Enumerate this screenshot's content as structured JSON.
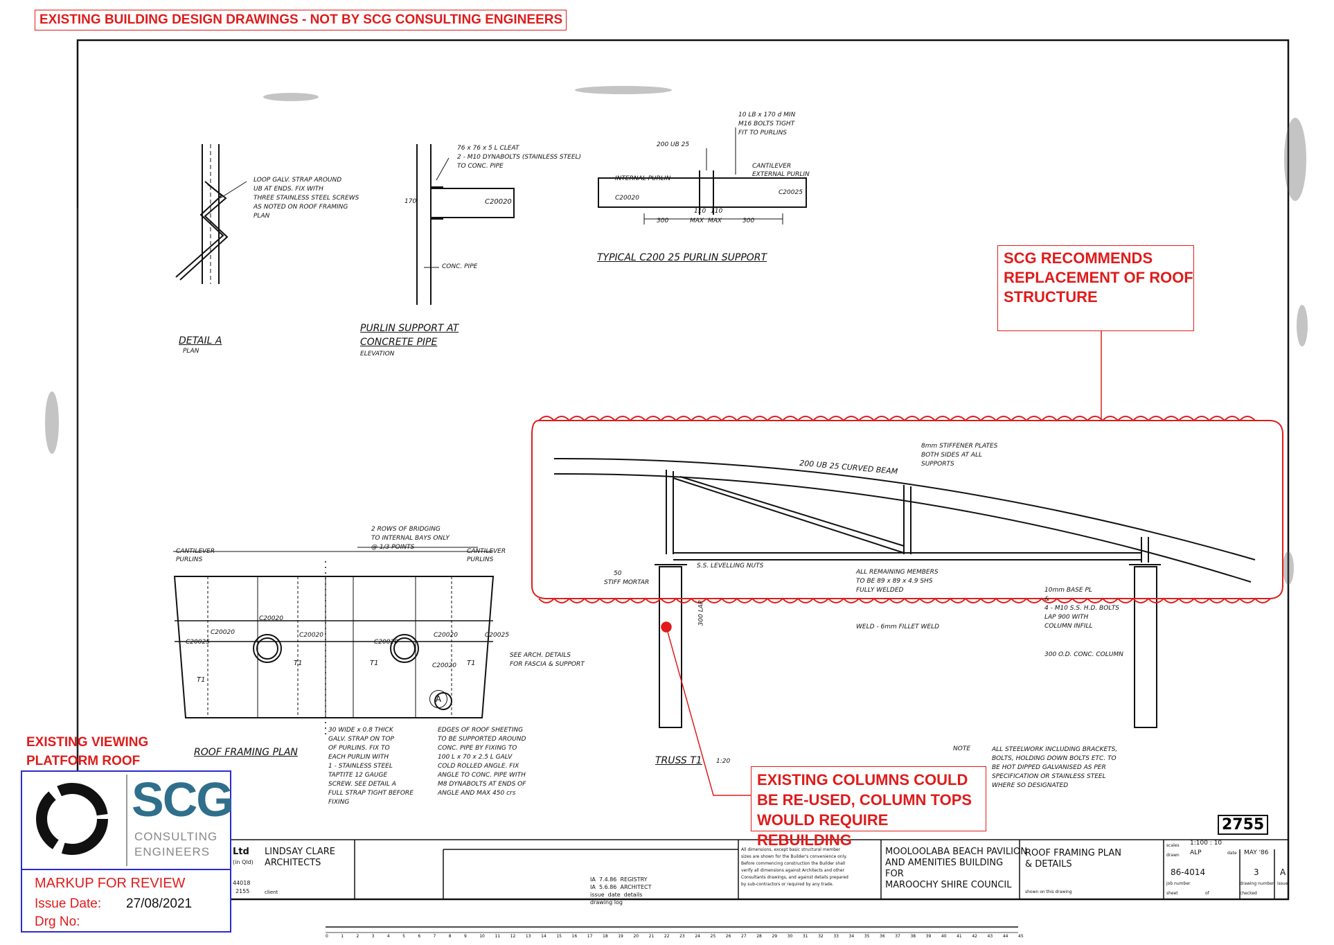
{
  "header_banner": "EXISTING BUILDING DESIGN DRAWINGS - NOT BY SCG CONSULTING ENGINEERS",
  "callouts": {
    "roof": [
      "SCG RECOMMENDS",
      "REPLACEMENT OF ROOF",
      "STRUCTURE"
    ],
    "columns": [
      "EXISTING COLUMNS COULD",
      "BE RE-USED, COLUMN TOPS",
      "WOULD REQUIRE REBUILDING"
    ],
    "platform": [
      "EXISTING VIEWING",
      "PLATFORM ROOF"
    ]
  },
  "details": {
    "detail_a_title": "DETAIL  A",
    "detail_a_sub": "PLAN",
    "detail_a_note": [
      "LOOP GALV. STRAP AROUND",
      "UB AT ENDS. FIX WITH",
      "THREE STAINLESS STEEL SCREWS",
      "AS NOTED ON ROOF FRAMING",
      "PLAN"
    ],
    "purlin_title": [
      "PURLIN SUPPORT AT",
      "CONCRETE PIPE"
    ],
    "purlin_sub": "ELEVATION",
    "purlin_note": [
      "76 x 76 x 5 L CLEAT",
      "2 - M10 DYNABOLTS (STAINLESS STEEL)",
      "TO CONC. PIPE"
    ],
    "purlin_section": "C20020",
    "purlin_dim": "170",
    "conc_pipe": "CONC. PIPE",
    "typical_title": "TYPICAL  C200  25 PURLIN SUPPORT",
    "typical_top_note": [
      "10 LB x 170 d MIN",
      "M16 BOLTS TIGHT",
      "FIT TO PURLINS"
    ],
    "typical_beam": "200 UB 25",
    "typical_left": [
      "INTERNAL PURLIN",
      "C20020"
    ],
    "typical_right": [
      "CANTILEVER",
      "EXTERNAL PURLIN",
      "C20025"
    ],
    "typical_dims": [
      "300",
      "110",
      "110",
      "300"
    ],
    "typical_max": [
      "MAX",
      "MAX"
    ]
  },
  "truss": {
    "title": "TRUSS  T1",
    "scale": "1:20",
    "beam_label": "200 UB 25  CURVED BEAM",
    "stiffener": [
      "8mm STIFFENER PLATES",
      "BOTH SIDES AT ALL",
      "SUPPORTS"
    ],
    "levelling": "S.S. LEVELLING NUTS",
    "mortar": [
      "50",
      "STIFF MORTAR"
    ],
    "members": [
      "ALL REMAINING MEMBERS",
      "TO BE 89 x 89 x 4.9 SHS",
      "FULLY WELDED"
    ],
    "weld": "WELD - 6mm FILLET WELD",
    "dim": "300 LAP",
    "base": [
      "10mm BASE PL",
      "& ",
      "4 - M10 S.S. H.D. BOLTS",
      "LAP 900 WITH",
      "COLUMN INFILL"
    ],
    "column": "300 O.D. CONC. COLUMN"
  },
  "roof_plan": {
    "title": "ROOF FRAMING PLAN",
    "top_note": [
      "2 ROWS OF BRIDGING",
      "TO INTERNAL BAYS ONLY",
      "@ 1/3 POINTS"
    ],
    "cantilever_left": [
      "CANTILEVER",
      "PURLINS"
    ],
    "cantilever_right": [
      "CANTILEVER",
      "PURLINS"
    ],
    "sections": [
      "C20020",
      "C20025",
      "C20020",
      "C20020",
      "C20020",
      "C20025",
      "C20020",
      "C20020"
    ],
    "trusses": [
      "T1",
      "T1",
      "T1",
      "T1"
    ],
    "see_arch": [
      "SEE ARCH. DETAILS",
      "FOR FASCIA & SUPPORT"
    ],
    "note_left": [
      "30 WIDE x 0.8 THICK",
      "GALV. STRAP ON TOP",
      "OF PURLINS. FIX TO",
      "EACH PURLIN WITH",
      "1 - STAINLESS STEEL",
      "TAPTITE 12 GAUGE",
      "SCREW.   SEE DETAIL A",
      "FULL STRAP TIGHT BEFORE",
      "FIXING"
    ],
    "note_right": [
      "EDGES OF ROOF SHEETING",
      "TO BE SUPPORTED AROUND",
      "CONC. PIPE BY FIXING TO",
      "100 L x 70 x 2.5 L GALV",
      "COLD ROLLED ANGLE. FIX",
      "ANGLE TO CONC. PIPE WITH",
      "M8 DYNABOLTS AT ENDS OF",
      "ANGLE AND MAX 450 crs"
    ],
    "detail_marker": "A"
  },
  "general_note": {
    "head": "NOTE",
    "lines": [
      "ALL STEELWORK INCLUDING BRACKETS,",
      "BOLTS, HOLDING DOWN BOLTS ETC. TO",
      "BE HOT DIPPED GALVANISED AS PER",
      "SPECIFICATION OR STAINLESS STEEL",
      "WHERE SO DESIGNATED"
    ]
  },
  "stamp": "2755",
  "title_block": {
    "firm_frag": "Ltd",
    "firm_frag2": "(in Qld)",
    "firm_nums": [
      "44018",
      "2155"
    ],
    "architect": [
      "LINDSAY CLARE",
      "ARCHITECTS"
    ],
    "client_label": "client",
    "rev_rows": [
      [
        "IA",
        "7.4.86",
        "REGISTRY"
      ],
      [
        "IA",
        "5.6.86",
        "ARCHITECT"
      ]
    ],
    "rev_heads": [
      "issue",
      "date",
      "details"
    ],
    "drawing_log": "drawing log",
    "small_notes": [
      "All dimensions, except basic structural member",
      "sizes are shown for the Builder's convenience only.",
      "Before commencing construction the Builder shall",
      "verify all dimensions against Architects and other",
      "Consultants drawings, and against details prepared",
      "by sub-contractors or required by any trade."
    ],
    "project": [
      "MOOLOOLABA BEACH PAVILION",
      "AND AMENITIES BUILDING",
      "FOR",
      "MAROOCHY SHIRE COUNCIL"
    ],
    "drawing_title": [
      "ROOF FRAMING PLAN",
      "& DETAILS"
    ],
    "shown": "shown on this drawing",
    "scale": "1:100 : 10",
    "drawn": "ALP",
    "date": "MAY '86",
    "job_no": "86-4014",
    "drg_no": "3",
    "issue": "A",
    "labels": [
      "scales",
      "drawn",
      "date",
      "job number",
      "drawing number",
      "issue",
      "sheet",
      "of",
      "checked"
    ]
  },
  "scg": {
    "logo_text": "SCG",
    "consulting": "CONSULTING",
    "engineers": "ENGINEERS",
    "markup": "MARKUP FOR REVIEW",
    "issue_label": "Issue Date:",
    "issue_date": "27/08/2021",
    "drg_label": "Drg No:"
  },
  "scale_bar": [
    "0",
    "1",
    "2",
    "3",
    "4",
    "5",
    "6",
    "7",
    "8",
    "9",
    "10",
    "11",
    "12",
    "13",
    "14",
    "15",
    "16",
    "17",
    "18",
    "19",
    "20",
    "21",
    "22",
    "23",
    "24",
    "25",
    "26",
    "27",
    "28",
    "29",
    "30",
    "31",
    "32",
    "33",
    "34",
    "35",
    "36",
    "37",
    "38",
    "39",
    "40",
    "41",
    "42",
    "43",
    "44",
    "45"
  ],
  "colors": {
    "red": "#e01b1b",
    "blue": "#2b2bd0",
    "teal": "#2f6f8c"
  }
}
